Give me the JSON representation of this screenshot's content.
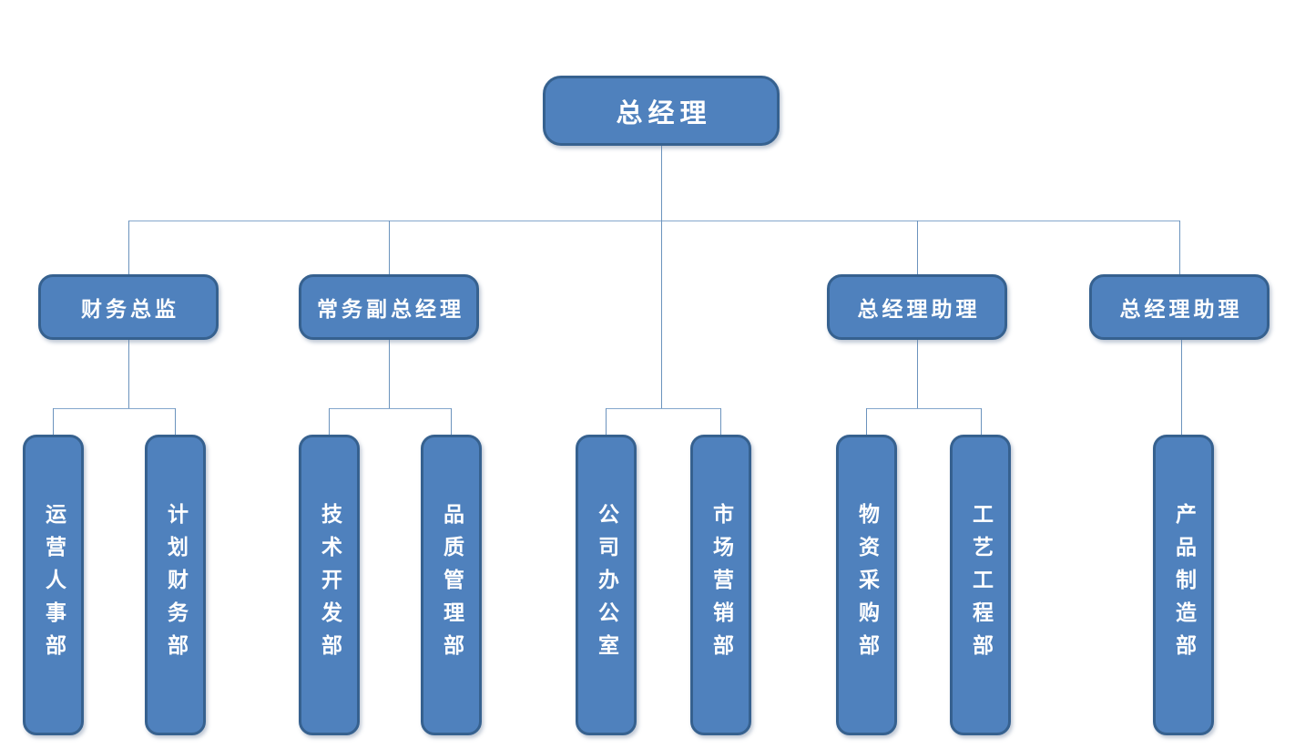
{
  "colors": {
    "background": "#ffffff",
    "node_fill": "#4f81bd",
    "node_border": "#36618f",
    "node_text": "#ffffff",
    "connector": "#84a7cc"
  },
  "org_chart": {
    "root": {
      "label": "总经理"
    },
    "level2": [
      {
        "label": "财务总监"
      },
      {
        "label": "常务副总经理"
      },
      {
        "label": "总经理助理"
      },
      {
        "label": "总经理助理"
      }
    ],
    "level3": [
      {
        "label": "运营人事部",
        "parent": "财务总监"
      },
      {
        "label": "计划财务部",
        "parent": "财务总监"
      },
      {
        "label": "技术开发部",
        "parent": "常务副总经理"
      },
      {
        "label": "品质管理部",
        "parent": "常务副总经理"
      },
      {
        "label": "公司办公室",
        "parent": "总经理"
      },
      {
        "label": "市场营销部",
        "parent": "总经理"
      },
      {
        "label": "物资采购部",
        "parent": "总经理助理"
      },
      {
        "label": "工艺工程部",
        "parent": "总经理助理"
      },
      {
        "label": "产品制造部",
        "parent": "总经理助理"
      }
    ]
  }
}
